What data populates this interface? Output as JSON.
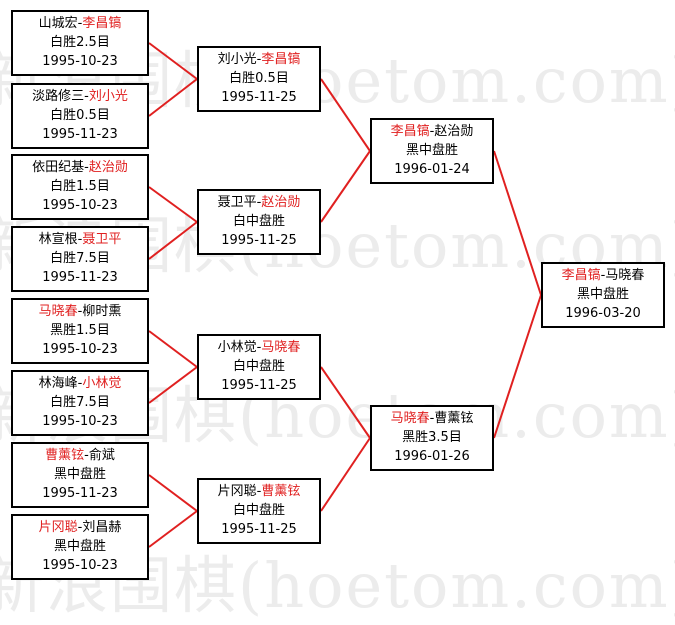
{
  "watermark": "新浪围棋(hoetom.com)",
  "line_color": "#e02020",
  "winner_color": "#e02020",
  "matches": [
    {
      "p1": "山城宏",
      "sep": "-",
      "p2": "李昌镐",
      "winner": 2,
      "result": "白胜2.5目",
      "date": "1995-10-23"
    },
    {
      "p1": "淡路修三",
      "sep": "-",
      "p2": "刘小光",
      "winner": 2,
      "result": "白胜0.5目",
      "date": "1995-11-23"
    },
    {
      "p1": "依田纪基",
      "sep": "-",
      "p2": "赵治勋",
      "winner": 2,
      "result": "白胜1.5目",
      "date": "1995-10-23"
    },
    {
      "p1": "林宣根",
      "sep": "-",
      "p2": "聂卫平",
      "winner": 2,
      "result": "白胜7.5目",
      "date": "1995-11-23"
    },
    {
      "p1": "马晓春",
      "sep": "-",
      "p2": "柳时熏",
      "winner": 1,
      "result": "黑胜1.5目",
      "date": "1995-10-23"
    },
    {
      "p1": "林海峰",
      "sep": "-",
      "p2": "小林觉",
      "winner": 2,
      "result": "白胜7.5目",
      "date": "1995-10-23"
    },
    {
      "p1": "曹薰铉",
      "sep": "-",
      "p2": "俞斌",
      "winner": 1,
      "result": "黑中盘胜",
      "date": "1995-11-23"
    },
    {
      "p1": "片冈聪",
      "sep": "-",
      "p2": "刘昌赫",
      "winner": 1,
      "result": "黑中盘胜",
      "date": "1995-10-23"
    },
    {
      "p1": "刘小光",
      "sep": "-",
      "p2": "李昌镐",
      "winner": 2,
      "result": "白胜0.5目",
      "date": "1995-11-25"
    },
    {
      "p1": "聂卫平",
      "sep": "-",
      "p2": "赵治勋",
      "winner": 2,
      "result": "白中盘胜",
      "date": "1995-11-25"
    },
    {
      "p1": "小林觉",
      "sep": "-",
      "p2": "马晓春",
      "winner": 2,
      "result": "白中盘胜",
      "date": "1995-11-25"
    },
    {
      "p1": "片冈聪",
      "sep": "-",
      "p2": "曹薰铉",
      "winner": 2,
      "result": "白中盘胜",
      "date": "1995-11-25"
    },
    {
      "p1": "李昌镐",
      "sep": "-",
      "p2": "赵治勋",
      "winner": 1,
      "result": "黑中盘胜",
      "date": "1996-01-24"
    },
    {
      "p1": "马晓春",
      "sep": "-",
      "p2": "曹薰铉",
      "winner": 1,
      "result": "黑胜3.5目",
      "date": "1996-01-26"
    },
    {
      "p1": "李昌镐",
      "sep": "-",
      "p2": "马晓春",
      "winner": 1,
      "result": "黑中盘胜",
      "date": "1996-03-20"
    }
  ]
}
